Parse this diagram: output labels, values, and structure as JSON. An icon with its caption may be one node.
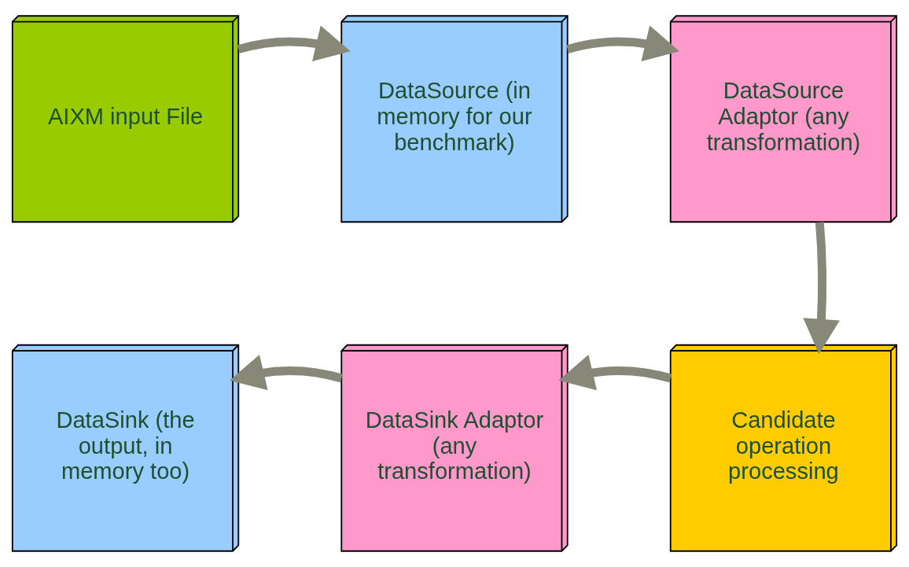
{
  "diagram": {
    "nodes": [
      {
        "text": [
          "AIXM input File"
        ]
      },
      {
        "text": [
          "DataSource (in memory for our benchmark)"
        ]
      },
      {
        "text": [
          "DataSource Adaptor (any transformation)"
        ]
      },
      {
        "text": [
          "Candidate operation processing"
        ]
      },
      {
        "text": [
          "DataSink Adaptor (any transformation)"
        ]
      },
      {
        "text": [
          "DataSink (the output, in memory too)"
        ]
      }
    ],
    "edges": [
      {
        "from": 0,
        "to": 1,
        "arrow": "to"
      },
      {
        "from": 1,
        "to": 2,
        "arrow": "to"
      },
      {
        "from": 2,
        "to": 3,
        "arrow": "to"
      },
      {
        "from": 3,
        "to": 4,
        "arrow": "to"
      },
      {
        "from": 4,
        "to": 5,
        "arrow": "to"
      }
    ]
  }
}
